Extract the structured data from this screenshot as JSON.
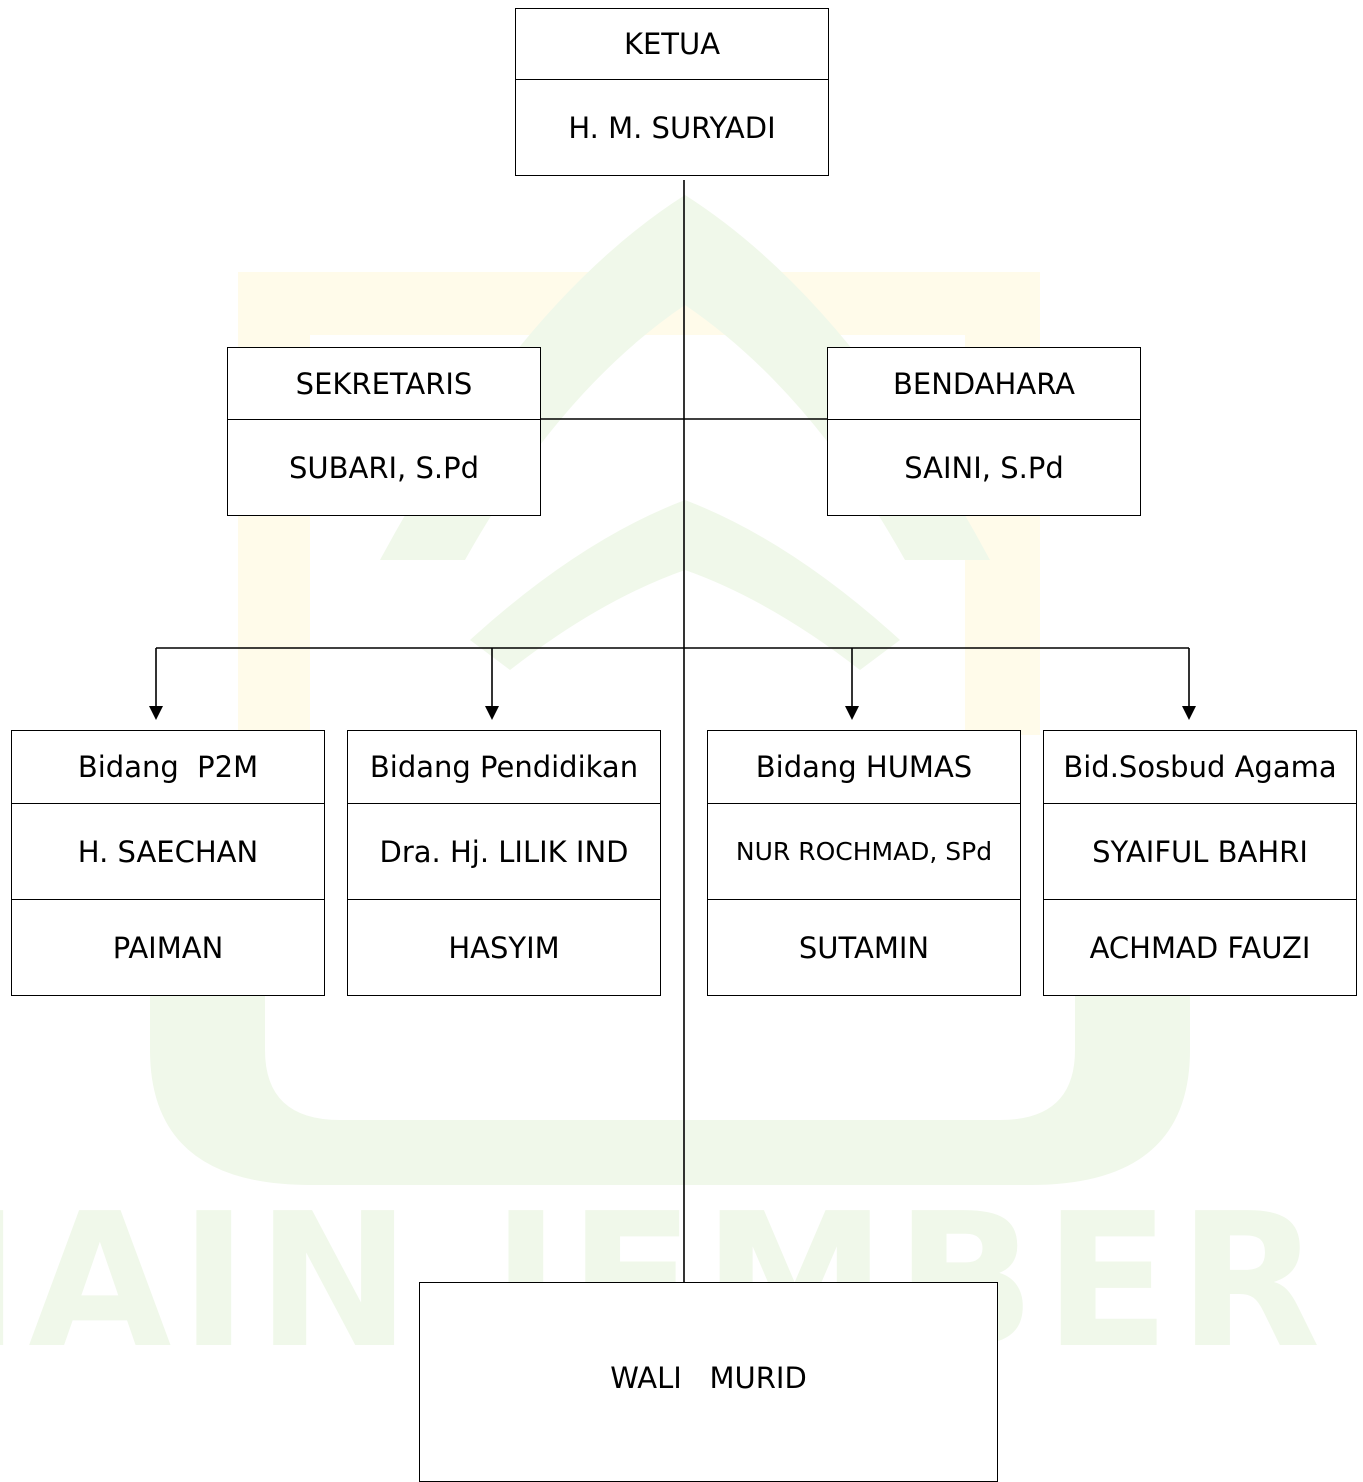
{
  "watermark": {
    "text": "IAIN JEMBER",
    "colors": {
      "green": "#f0f8ea",
      "yellow": "#fffbea"
    }
  },
  "chart": {
    "ketua": {
      "title": "KETUA",
      "name": "H. M. SURYADI"
    },
    "sekretaris": {
      "title": "SEKRETARIS",
      "name": "SUBARI, S.Pd"
    },
    "bendahara": {
      "title": "BENDAHARA",
      "name": "SAINI, S.Pd"
    },
    "bidang": [
      {
        "title": "Bidang  P2M",
        "members": [
          "H. SAECHAN",
          "PAIMAN"
        ]
      },
      {
        "title": "Bidang Pendidikan",
        "members": [
          "Dra. Hj. LILIK IND",
          "HASYIM"
        ]
      },
      {
        "title": "Bidang HUMAS",
        "members": [
          "NUR ROCHMAD, SPd",
          "SUTAMIN"
        ]
      },
      {
        "title": "Bid.Sosbud Agama",
        "members": [
          "SYAIFUL BAHRI",
          "ACHMAD FAUZI"
        ]
      }
    ],
    "wali_murid": "WALI   MURID"
  },
  "colors": {
    "line": "#000000",
    "box_fill": "#ffffff"
  }
}
